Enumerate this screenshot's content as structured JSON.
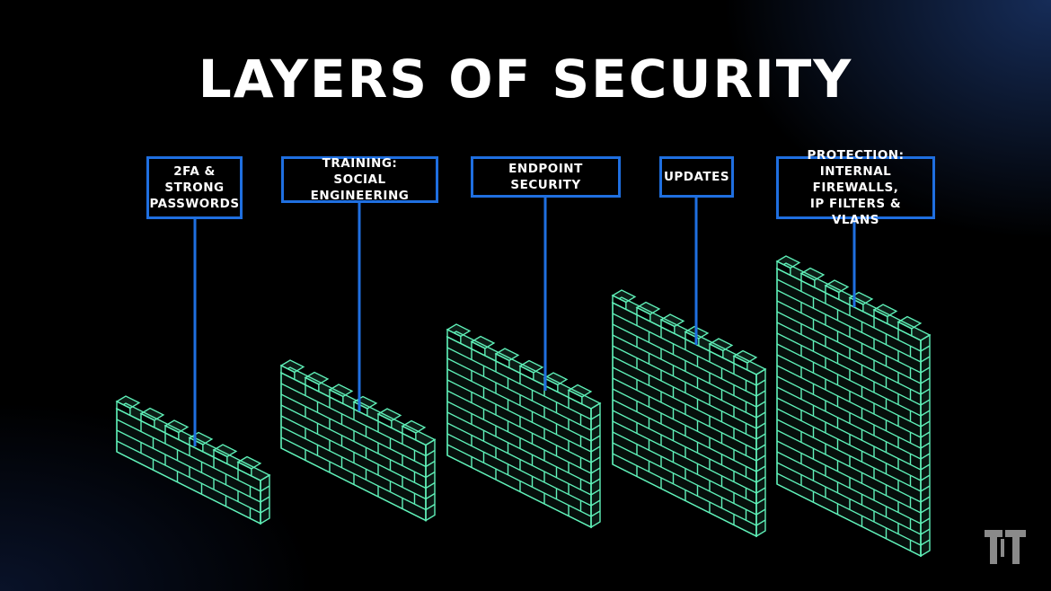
{
  "title": "LAYERS OF SECURITY",
  "layers": [
    {
      "label": "2FA &\nSTRONG\nPASSWORDS"
    },
    {
      "label": "TRAINING:\nSOCIAL ENGINEERING"
    },
    {
      "label": "ENDPOINT SECURITY"
    },
    {
      "label": "UPDATES"
    },
    {
      "label": "PROTECTION:\nINTERNAL FIREWALLS,\nIP FILTERS & VLANS"
    }
  ],
  "colors": {
    "wall": "#5ff0b8",
    "box_border": "#1f6fe0",
    "line": "#1f6fe0",
    "text": "#ffffff",
    "logo": "#8a8a8a"
  },
  "logo_icon": "tt-logo-icon"
}
